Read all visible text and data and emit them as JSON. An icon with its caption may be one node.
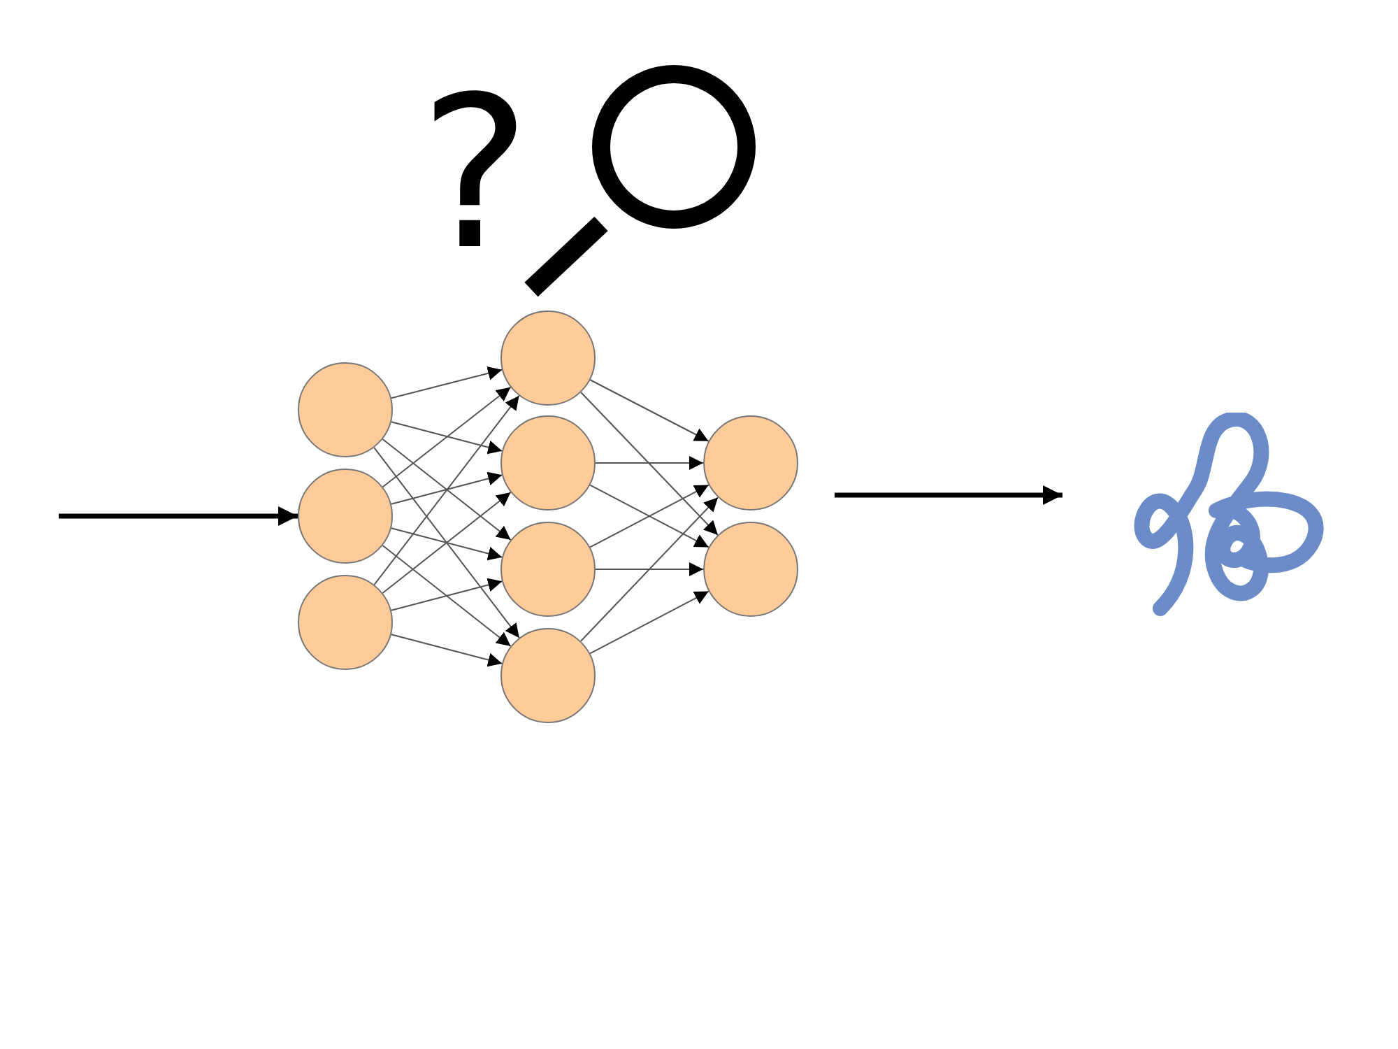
{
  "diagram": {
    "nodes": [
      {
        "text": [],
        "shape": "circle"
      },
      {
        "text": [],
        "shape": "circle"
      },
      {
        "text": [],
        "shape": "circle"
      },
      {
        "text": [],
        "shape": "circle"
      },
      {
        "text": [],
        "shape": "circle"
      },
      {
        "text": [],
        "shape": "circle"
      },
      {
        "text": [],
        "shape": "circle"
      },
      {
        "text": [],
        "shape": "circle"
      },
      {
        "text": [],
        "shape": "circle"
      },
      {
        "text": [],
        "shape": "picture"
      }
    ],
    "edges": [
      {
        "from": null,
        "to": 1,
        "arrow": "to",
        "style": "thick"
      },
      {
        "from": 0,
        "to": 3,
        "arrow": "to"
      },
      {
        "from": 0,
        "to": 4,
        "arrow": "to"
      },
      {
        "from": 0,
        "to": 5,
        "arrow": "to"
      },
      {
        "from": 0,
        "to": 6,
        "arrow": "to"
      },
      {
        "from": 1,
        "to": 3,
        "arrow": "to"
      },
      {
        "from": 1,
        "to": 4,
        "arrow": "to"
      },
      {
        "from": 1,
        "to": 5,
        "arrow": "to"
      },
      {
        "from": 1,
        "to": 6,
        "arrow": "to"
      },
      {
        "from": 2,
        "to": 3,
        "arrow": "to"
      },
      {
        "from": 2,
        "to": 4,
        "arrow": "to"
      },
      {
        "from": 2,
        "to": 5,
        "arrow": "to"
      },
      {
        "from": 2,
        "to": 6,
        "arrow": "to"
      },
      {
        "from": 3,
        "to": 7,
        "arrow": "to"
      },
      {
        "from": 3,
        "to": 8,
        "arrow": "to"
      },
      {
        "from": 4,
        "to": 7,
        "arrow": "to"
      },
      {
        "from": 4,
        "to": 8,
        "arrow": "to"
      },
      {
        "from": 5,
        "to": 7,
        "arrow": "to"
      },
      {
        "from": 5,
        "to": 8,
        "arrow": "to"
      },
      {
        "from": 6,
        "to": 7,
        "arrow": "to"
      },
      {
        "from": 6,
        "to": 8,
        "arrow": "to"
      },
      {
        "from": null,
        "to": 9,
        "arrow": "to",
        "style": "thick"
      }
    ],
    "labels": [
      "?"
    ]
  }
}
